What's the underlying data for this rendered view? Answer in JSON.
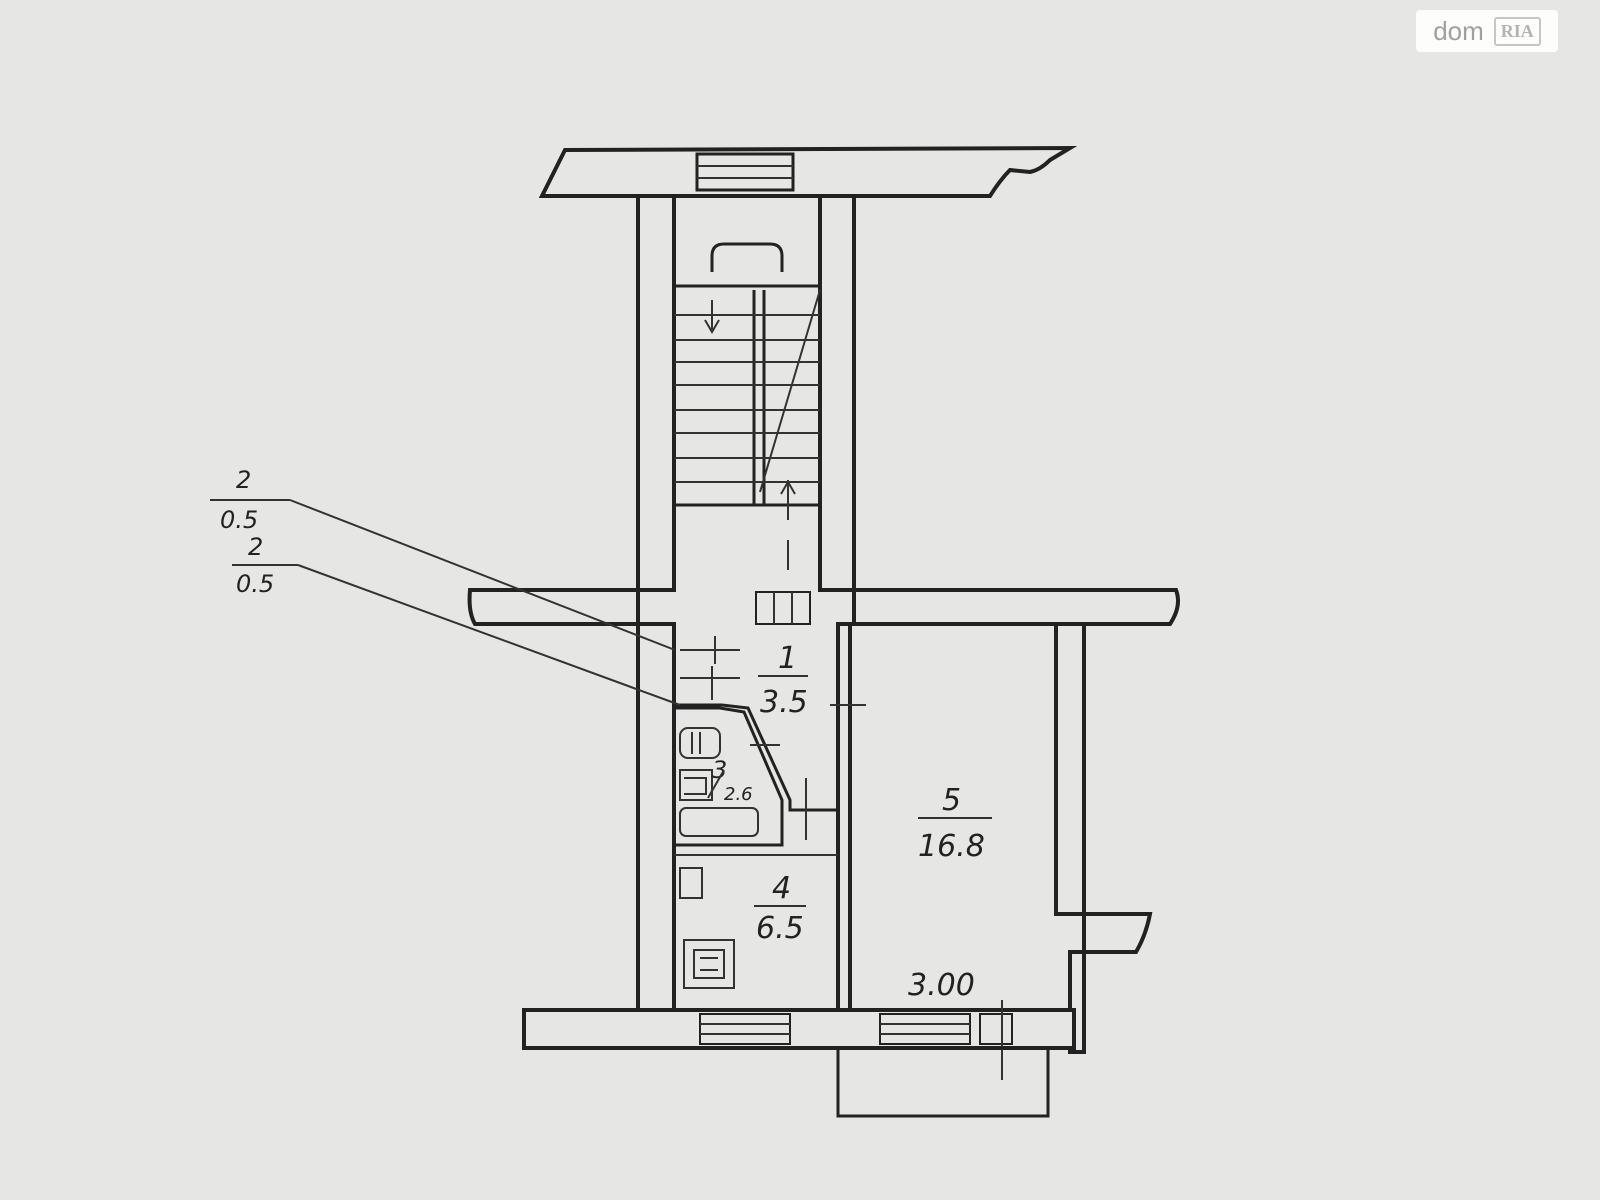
{
  "watermark": {
    "part1": "dom",
    "part2": "RIA"
  },
  "rooms": [
    {
      "number": "1",
      "area": "3.5"
    },
    {
      "number": "2",
      "area": "0.5"
    },
    {
      "number": "3",
      "area": "2.6"
    },
    {
      "number": "4",
      "area": "6.5"
    },
    {
      "number": "5",
      "area": "16.8"
    }
  ],
  "callouts": [
    {
      "number": "2",
      "area": "0.5"
    },
    {
      "number": "2",
      "area": "0.5"
    }
  ],
  "dimension": "3.00"
}
